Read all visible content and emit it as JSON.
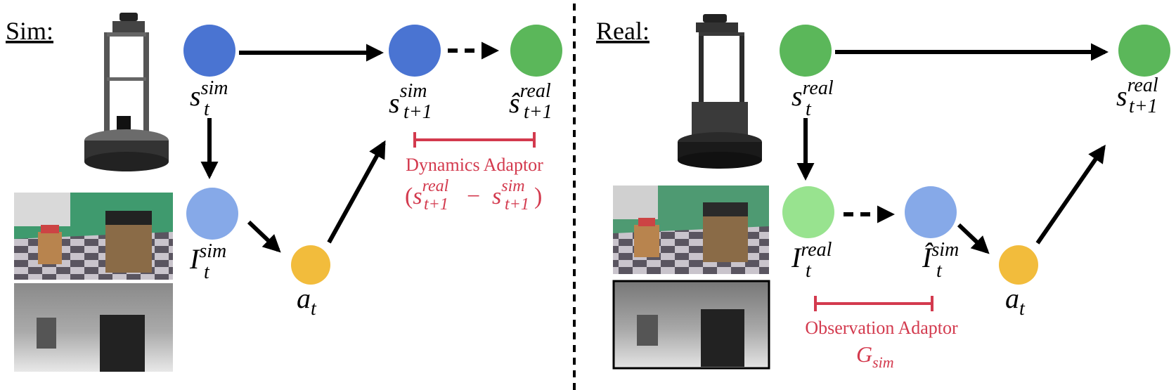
{
  "panels": {
    "sim": {
      "label": "Sim:"
    },
    "real": {
      "label": "Real:"
    }
  },
  "colors": {
    "blue": "#4a74d2",
    "light_blue": "#86a9e8",
    "green": "#5bb75a",
    "light_green": "#98e38f",
    "yellow": "#f2bc3c",
    "red": "#d33a4e"
  },
  "sim": {
    "s_t": {
      "base": "s",
      "sub": "t",
      "sup": "sim"
    },
    "s_t1": {
      "base": "s",
      "sub": "t+1",
      "sup": "sim"
    },
    "s_hat_t1": {
      "base": "ŝ",
      "sub": "t+1",
      "sup": "real"
    },
    "I_t": {
      "base": "I",
      "sub": "t",
      "sup": "sim"
    },
    "a_t": {
      "base": "a",
      "sub": "t"
    },
    "dynamics_adaptor": {
      "title": "Dynamics Adaptor",
      "open_paren": "(",
      "close_paren": ")",
      "minus": "−",
      "term1": {
        "base": "s",
        "sub": "t+1",
        "sup": "real"
      },
      "term2": {
        "base": "s",
        "sub": "t+1",
        "sup": "sim"
      }
    }
  },
  "real": {
    "s_t": {
      "base": "s",
      "sub": "t",
      "sup": "real"
    },
    "s_t1": {
      "base": "s",
      "sub": "t+1",
      "sup": "real"
    },
    "I_t": {
      "base": "I",
      "sub": "t",
      "sup": "real"
    },
    "I_hat_t": {
      "base": "Î",
      "sub": "t",
      "sup": "sim"
    },
    "a_t": {
      "base": "a",
      "sub": "t"
    },
    "observation_adaptor": {
      "title": "Observation Adaptor",
      "G": {
        "base": "G",
        "sub": "sim"
      }
    }
  }
}
